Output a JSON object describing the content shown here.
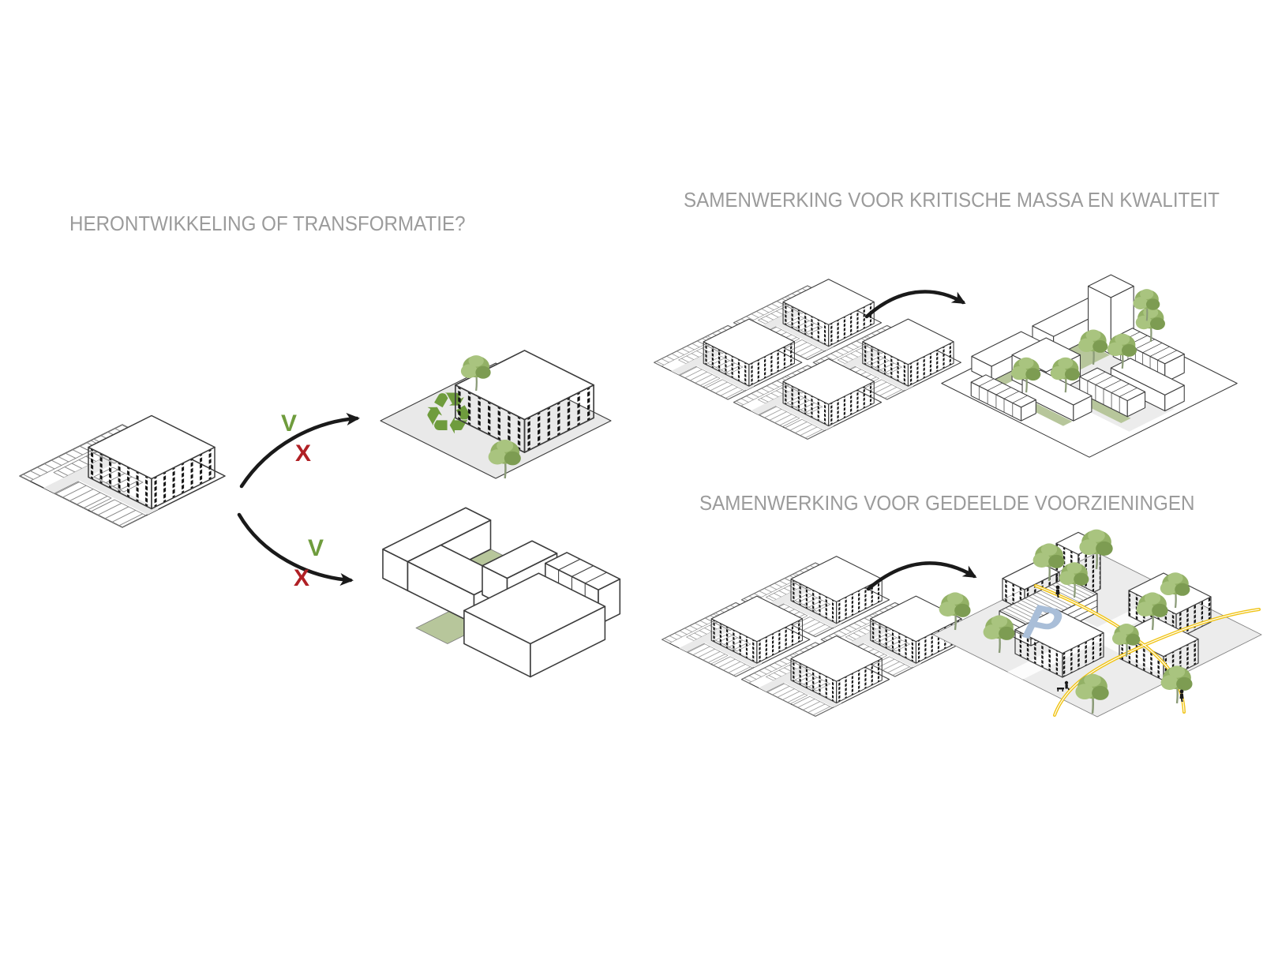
{
  "titles": {
    "left": "HERONTWIKKELING OF TRANSFORMATIE?",
    "top_right": "SAMENWERKING VOOR KRITISCHE MASSA EN KWALITEIT",
    "bottom_right": "SAMENWERKING VOOR GEDEELDE VOORZIENINGEN"
  },
  "labels": {
    "option_top_check": "V",
    "option_top_cross": "X",
    "option_bottom_check": "V",
    "option_bottom_cross": "X",
    "parking": "P"
  },
  "icons": {
    "recycle_glyph": "♻"
  },
  "colors": {
    "ink": "#1a1a1a",
    "line": "#3c3c3c",
    "linesoft": "#7e7e7e",
    "titlegray": "#9b9b9b",
    "green": "#6f9c3d",
    "red": "#b02025",
    "sage": "#b7c69b",
    "tree1": "#93b166",
    "tree2": "#a9c47f",
    "tree3": "#7d9c52",
    "trunk": "#8b9b78",
    "paving": "#e9e9e9",
    "ground": "#ececec",
    "window": "#141414",
    "stripe": "#8a8a8a",
    "yellow": "#f0c313",
    "pblue": "#a9bed8"
  }
}
